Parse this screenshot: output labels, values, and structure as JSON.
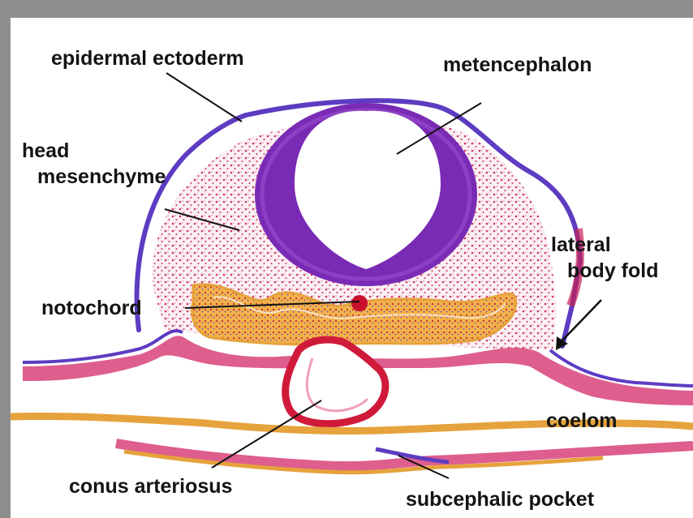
{
  "figure": {
    "colors": {
      "neural_tube": "#7a2bb5",
      "ectoderm": "#5d3cc2",
      "mesenchyme": "#c81f54",
      "endoderm_orange": "#e6a23c",
      "endothelium": "#d01a3a",
      "background": "#ffffff",
      "frame": "#8e8e8e"
    },
    "labels": {
      "epidermal_ectoderm": "epidermal ectoderm",
      "metencephalon": "metencephalon",
      "head_mesenchyme_1": "head",
      "head_mesenchyme_2": "mesenchyme",
      "lateral_body_fold_1": "lateral",
      "lateral_body_fold_2": "body fold",
      "notochord": "notochord",
      "coelom": "coelom",
      "conus_arteriosus": "conus arteriosus",
      "subcephalic_pocket": "subcephalic pocket"
    }
  }
}
